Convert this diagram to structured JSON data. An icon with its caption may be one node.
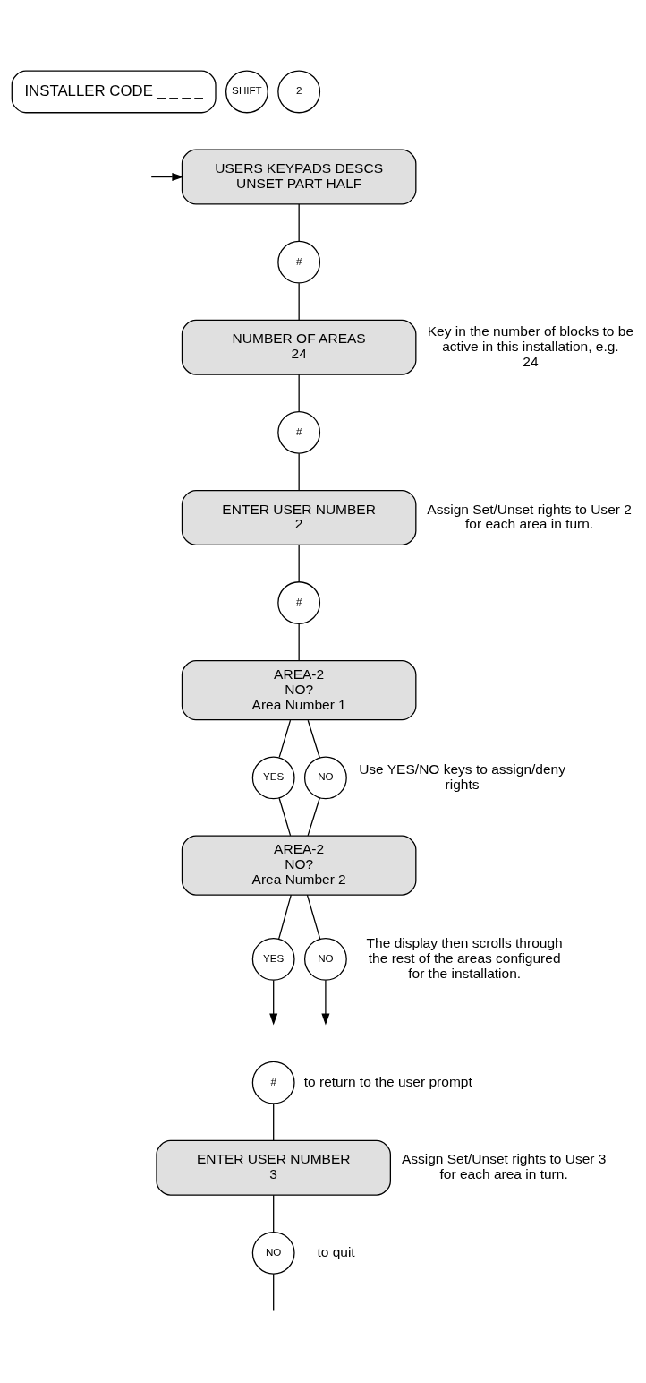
{
  "diagram": {
    "nodes": [
      {
        "text": [
          "INSTALLER CODE _ _ _ _"
        ]
      },
      {
        "text": [
          "SHIFT"
        ]
      },
      {
        "text": [
          "2"
        ]
      },
      {
        "text": [
          "USERS KEYPADS DESCS",
          "UNSET PART HALF"
        ]
      },
      {
        "text": [
          "#"
        ]
      },
      {
        "text": [
          "NUMBER OF AREAS",
          "24"
        ],
        "beside": [
          "Key in the number of blocks to be active in this installation, e.g. 24"
        ]
      },
      {
        "text": [
          "#"
        ]
      },
      {
        "text": [
          "ENTER USER NUMBER",
          "2"
        ],
        "beside": [
          "Assign Set/Unset rights to User 2 for each area in turn."
        ]
      },
      {
        "text": [
          "#"
        ]
      },
      {
        "text": [
          "AREA-2",
          "NO?",
          "Area Number 1"
        ]
      },
      {
        "text": [
          "YES"
        ]
      },
      {
        "text": [
          "NO"
        ],
        "beside": [
          "Use YES/NO keys to assign/deny rights"
        ]
      },
      {
        "text": [
          "AREA-2",
          "NO?",
          "Area Number 2"
        ]
      },
      {
        "text": [
          "YES"
        ]
      },
      {
        "text": [
          "NO"
        ]
      },
      {
        "text": [
          "#"
        ],
        "beside": [
          "to return to the user prompt"
        ]
      },
      {
        "text": [
          "ENTER USER NUMBER",
          "3"
        ],
        "beside": [
          "Assign Set/Unset rights to User 3 for each area in turn."
        ]
      },
      {
        "text": [
          "NO"
        ],
        "beside": [
          "to quit"
        ]
      }
    ],
    "edges": [
      {
        "from": 3,
        "to": 4,
        "arrow": "none"
      },
      {
        "from": 4,
        "to": 5,
        "arrow": "none"
      },
      {
        "from": 5,
        "to": 6,
        "arrow": "none"
      },
      {
        "from": 6,
        "to": 7,
        "arrow": "none"
      },
      {
        "from": 7,
        "to": 8,
        "arrow": "none"
      },
      {
        "from": 8,
        "to": 9,
        "arrow": "none"
      },
      {
        "from": 9,
        "to": 10,
        "arrow": "none"
      },
      {
        "from": 9,
        "to": 11,
        "arrow": "none"
      },
      {
        "from": 10,
        "to": 12,
        "arrow": "none"
      },
      {
        "from": 11,
        "to": 12,
        "arrow": "none"
      },
      {
        "from": 12,
        "to": 13,
        "arrow": "none"
      },
      {
        "from": 12,
        "to": 14,
        "arrow": "none"
      },
      {
        "from": 13,
        "to": null,
        "arrow": "to"
      },
      {
        "from": 14,
        "to": null,
        "arrow": "to"
      },
      {
        "from": 15,
        "to": 16,
        "arrow": "none"
      },
      {
        "from": 16,
        "to": 17,
        "arrow": "none"
      },
      {
        "from": 17,
        "to": null,
        "arrow": "none"
      },
      {
        "from": null,
        "to": 3,
        "arrow": "to"
      }
    ],
    "labels": [
      "The display then scrolls through the rest of the areas configured for the installation."
    ]
  }
}
